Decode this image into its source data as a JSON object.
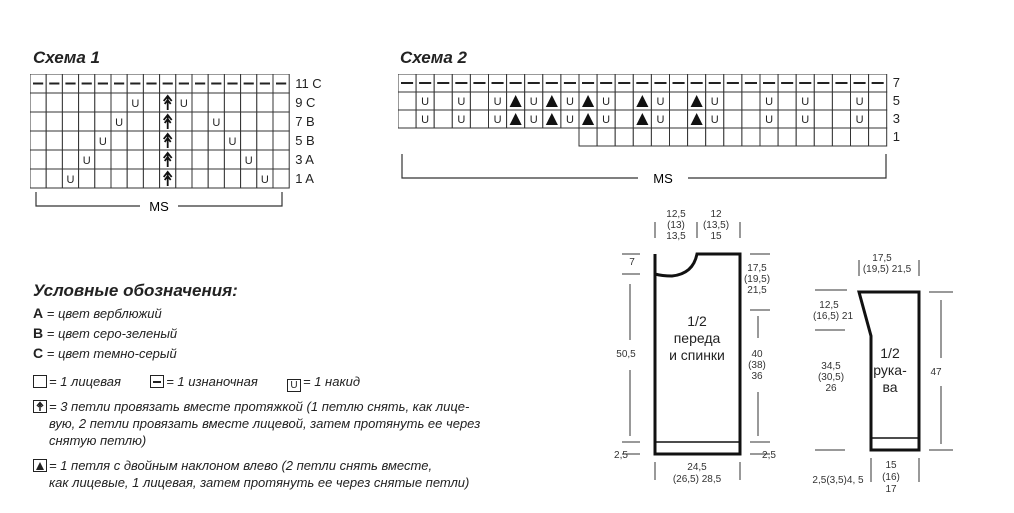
{
  "scheme1": {
    "title": "Схема 1",
    "row_labels": [
      "11 C",
      "9 C",
      "7 B",
      "5 B",
      "3 A",
      "1 A"
    ],
    "rows": [
      [
        "-",
        "-",
        "-",
        "-",
        "-",
        "-",
        "-",
        "-",
        "-",
        "-",
        "-",
        "-",
        "-",
        "-",
        "-",
        "-"
      ],
      [
        "",
        "",
        "",
        "",
        "",
        "",
        "U",
        "",
        "T",
        "U",
        "",
        "",
        "",
        "",
        "",
        ""
      ],
      [
        "",
        "",
        "",
        "",
        "",
        "U",
        "",
        "",
        "T",
        "",
        "",
        "U",
        "",
        "",
        "",
        ""
      ],
      [
        "",
        "",
        "",
        "",
        "U",
        "",
        "",
        "",
        "T",
        "",
        "",
        "",
        "U",
        "",
        "",
        ""
      ],
      [
        "",
        "",
        "",
        "U",
        "",
        "",
        "",
        "",
        "T",
        "",
        "",
        "",
        "",
        "U",
        "",
        ""
      ],
      [
        "",
        "",
        "U",
        "",
        "",
        "",
        "",
        "",
        "T",
        "",
        "",
        "",
        "",
        "",
        "U",
        ""
      ]
    ],
    "ms_label": "MS"
  },
  "scheme2": {
    "title": "Схема 2",
    "row_labels": [
      "7",
      "5",
      "3",
      "1"
    ],
    "ms_label": "MS"
  },
  "legend": {
    "title": "Условные обозначения:",
    "color_a_key": "A",
    "color_a_text": "= цвет верблюжий",
    "color_b_key": "B",
    "color_b_text": "= цвет серо-зеленый",
    "color_c_key": "C",
    "color_c_text": "= цвет темно-серый",
    "knit_text": "= 1 лицевая",
    "purl_text": "= 1 изнаночная",
    "yo_text": "= 1 накид",
    "yo_symbol": "U",
    "cdd_text_1": "= 3 петли провязать вместе протяжкой (1 петлю снять, как лице-",
    "cdd_text_2": "вую, 2 петли провязать вместе лицевой, затем протянуть ее через",
    "cdd_text_3": "снятую петлю)",
    "sk2p_text_1": "= 1 петля с двойным наклоном влево (2 петли снять вместе,",
    "sk2p_text_2": "как лицевые, 1 лицевая, затем протянуть ее через снятые петли)"
  },
  "body_piece": {
    "label_1": "1/2",
    "label_2": "переда",
    "label_3": "и спинки",
    "top_left_1": "12,5",
    "top_left_2": "(13)",
    "top_left_3": "13,5",
    "top_right_1": "12",
    "top_right_2": "(13,5)",
    "top_right_3": "15",
    "neck_depth": "7",
    "armhole_1": "17,5",
    "armhole_2": "(19,5)",
    "armhole_3": "21,5",
    "side_1": "40",
    "side_2": "(38)",
    "side_3": "36",
    "total_height": "50,5",
    "hem_left": "2,5",
    "hem_right": "2,5",
    "bottom_1": "24,5",
    "bottom_2": "(26,5)  28,5"
  },
  "sleeve_piece": {
    "label_1": "1/2",
    "label_2": "рука-",
    "label_3": "ва",
    "top_1": "17,5",
    "top_2": "(19,5)  21,5",
    "cap_1": "12,5",
    "cap_2": "(16,5)  21",
    "side_1": "34,5",
    "side_2": "(30,5)",
    "side_3": "26",
    "total_height": "47",
    "hem_left": "2,5(3,5)4,  5",
    "bottom_1": "15",
    "bottom_2": "(16)",
    "bottom_3": "17"
  }
}
